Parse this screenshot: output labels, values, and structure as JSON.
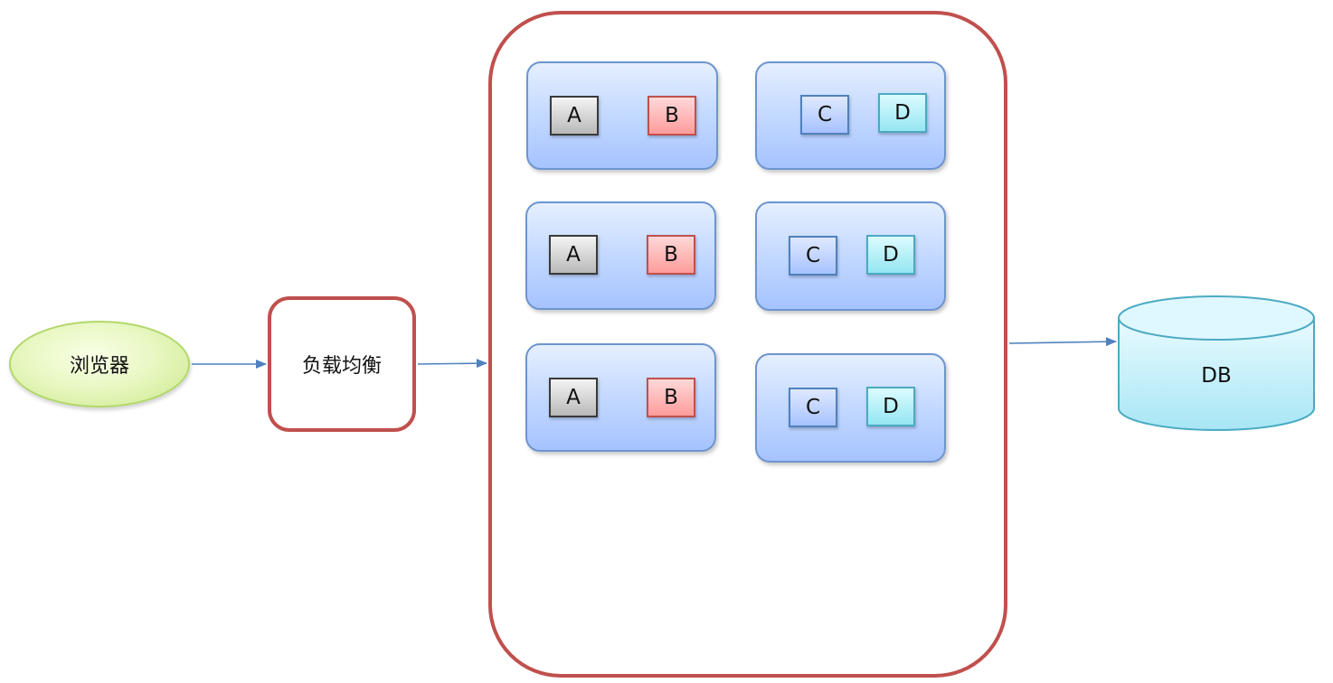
{
  "browser": {
    "label": "浏览器"
  },
  "load_balancer": {
    "label": "负载均衡"
  },
  "cluster": {
    "nodes": [
      {
        "modules": [
          "A",
          "B"
        ]
      },
      {
        "modules": [
          "C",
          "D"
        ]
      },
      {
        "modules": [
          "A",
          "B"
        ]
      },
      {
        "modules": [
          "C",
          "D"
        ]
      },
      {
        "modules": [
          "A",
          "B"
        ]
      },
      {
        "modules": [
          "C",
          "D"
        ]
      }
    ]
  },
  "database": {
    "label": "DB"
  },
  "colors": {
    "container_border": "#c0504d",
    "arrow": "#4f81bd",
    "node_fill": "#c6dbff",
    "db_fill": "#b8eefa"
  }
}
